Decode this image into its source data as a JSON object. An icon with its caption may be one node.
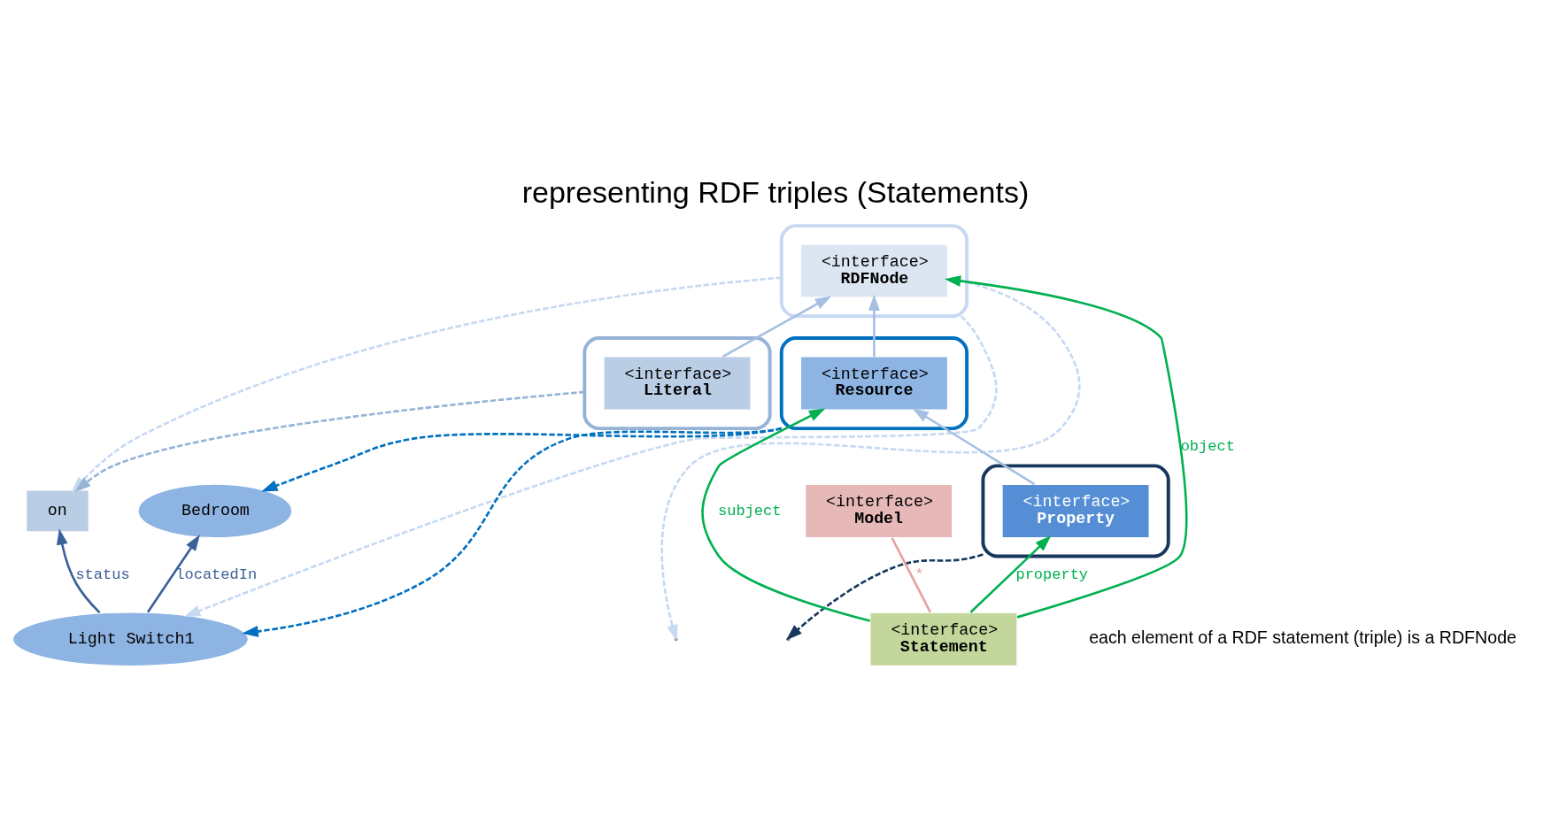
{
  "diagram": {
    "title": "representing RDF triples (Statements)",
    "nodes": [
      {
        "text": [
          "Light Switch1"
        ]
      },
      {
        "text": [
          "on"
        ]
      },
      {
        "text": [
          "Bedroom"
        ]
      },
      {
        "text": [],
        "shape": "box"
      },
      {
        "text": [
          "<interface>",
          "RDFNode"
        ],
        "in": 3
      },
      {
        "text": [],
        "shape": "box"
      },
      {
        "text": [
          "<interface>",
          "Resource"
        ],
        "in": 5
      },
      {
        "text": [],
        "shape": "box"
      },
      {
        "text": [
          "<interface>",
          "Literal"
        ],
        "in": 7
      },
      {
        "text": [],
        "shape": "box"
      },
      {
        "text": [
          "<interface>",
          "Property"
        ],
        "in": 9
      },
      {
        "text": [
          "<interface>",
          "Statement"
        ]
      },
      {
        "text": [
          "<interface>",
          "Model"
        ]
      }
    ],
    "edges": [
      {
        "from": 0,
        "to": 1,
        "arrow": "to",
        "label": "status",
        "color": "#3c6099"
      },
      {
        "from": 0,
        "to": 2,
        "arrow": "to",
        "label": "locatedIn",
        "color": "#3c6099"
      },
      {
        "from": 3,
        "to": 0,
        "arrow": "to",
        "style": "dashed",
        "color": "#c6d9f1"
      },
      {
        "from": 3,
        "to": null,
        "arrow": "to",
        "style": "dashed",
        "color": "#c6d9f1"
      },
      {
        "from": 3,
        "to": 1,
        "arrow": "to",
        "style": "dashed",
        "color": "#c6d9f1"
      },
      {
        "from": 7,
        "to": 1,
        "arrow": "to",
        "style": "dashed",
        "color": "#95b3d7"
      },
      {
        "from": 5,
        "to": 0,
        "arrow": "to",
        "style": "dashed",
        "color": "#0070c0"
      },
      {
        "from": 5,
        "to": 2,
        "arrow": "to",
        "style": "dashed",
        "color": "#0070c0"
      },
      {
        "from": 9,
        "to": null,
        "arrow": "to",
        "style": "dashed",
        "color": "#17375e"
      },
      {
        "from": 6,
        "to": 4,
        "arrow": "to",
        "color": "#a6bfe3"
      },
      {
        "from": 8,
        "to": 4,
        "arrow": "to",
        "color": "#a6bfe3"
      },
      {
        "from": 10,
        "to": 6,
        "arrow": "to",
        "color": "#a6bfe3"
      },
      {
        "from": 11,
        "to": 10,
        "arrow": "to",
        "label": "property",
        "color": "#00b050"
      },
      {
        "from": 11,
        "to": 6,
        "arrow": "to",
        "label": "subject",
        "color": "#00b050"
      },
      {
        "from": 11,
        "to": 4,
        "arrow": "to",
        "label": "object",
        "color": "#00b050"
      },
      {
        "from": 11,
        "to": 12,
        "arrow": "none",
        "label": "*",
        "color": "#e6a0a0"
      }
    ],
    "labels": [
      "each element of a RDF statement (triple) is a RDFNode"
    ]
  }
}
